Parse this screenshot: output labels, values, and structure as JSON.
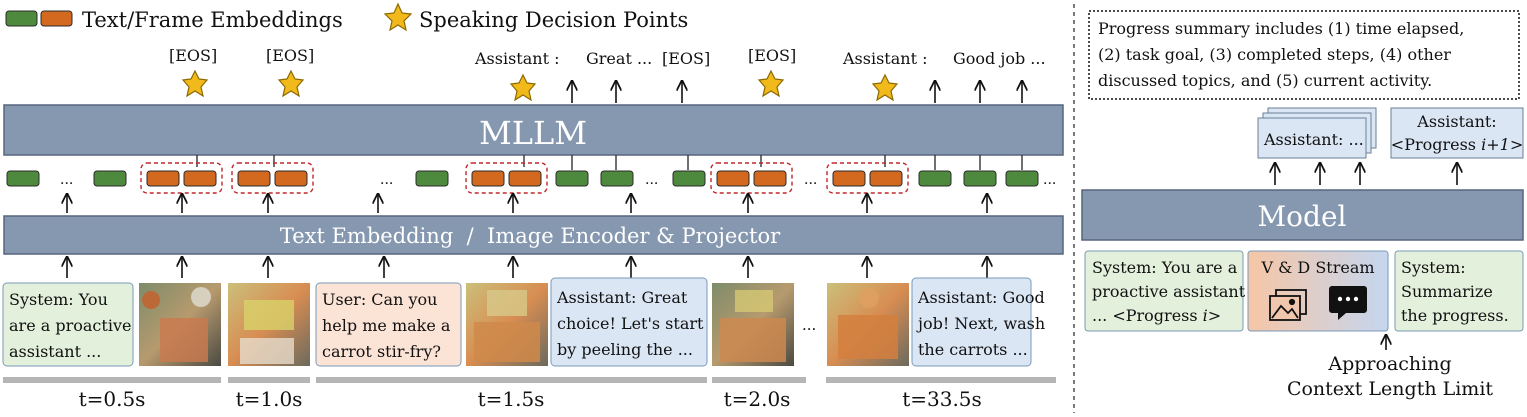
{
  "legend": {
    "embeddings_label": "Text/Frame Embeddings",
    "decision_label": "Speaking Decision Points"
  },
  "colors": {
    "text_embedding": "#4e8a3e",
    "frame_embedding": "#d2691e",
    "block": "#8598b0",
    "block_border": "#56657d",
    "system_box": "#e3f0dc",
    "user_box": "#fbe3d6",
    "assistant_box": "#dbe6f5",
    "timeline_bar": "#b5b5b5",
    "dashed_highlight": "#c0282b",
    "star": "#f2b91b"
  },
  "top_labels": {
    "eos_1": "[EOS]",
    "eos_2": "[EOS]",
    "assistant_1": "Assistant :",
    "great": "Great ...",
    "eos_3": "[EOS]",
    "eos_4": "[EOS]",
    "assistant_2": "Assistant :",
    "good_job": "Good job ..."
  },
  "mllm_label": "MLLM",
  "encoder_label": "Text Embedding  /  Image Encoder & Projector",
  "ellipsis": "...",
  "inputs": {
    "system": [
      "System: You",
      "are a proactive",
      "assistant ..."
    ],
    "user": [
      "User: Can you",
      "help me make a",
      "carrot stir-fry?"
    ],
    "assistant_1": [
      "Assistant: Great",
      "choice! Let's start",
      "by peeling the ..."
    ],
    "assistant_2": [
      "Assistant: Good",
      "job! Next, wash",
      "the carrots ..."
    ]
  },
  "timeline": [
    "t=0.5s",
    "t=1.0s",
    "t=1.5s",
    "t=2.0s",
    "t=33.5s"
  ],
  "right_panel": {
    "progress_summary": [
      "Progress summary includes (1) time elapsed,",
      "(2) task goal, (3) completed steps, (4) other",
      "discussed topics, and (5) current activity."
    ],
    "stacked_assistant": "Assistant: ...",
    "next_progress_line1": "Assistant:",
    "next_progress_line2_prefix": "<Progress ",
    "next_progress_index": "i+1",
    "next_progress_suffix": ">",
    "model_label": "Model",
    "system_box_lines": [
      "System: You are a",
      "proactive assistant"
    ],
    "system_box_last_prefix": "... <Progress ",
    "system_box_last_index": "i",
    "system_box_last_suffix": ">",
    "stream_label": "V & D Stream",
    "summarize_lines": [
      "System:",
      "Summarize",
      "the progress."
    ],
    "limit_lines": [
      "Approaching",
      "Context Length Limit"
    ]
  }
}
